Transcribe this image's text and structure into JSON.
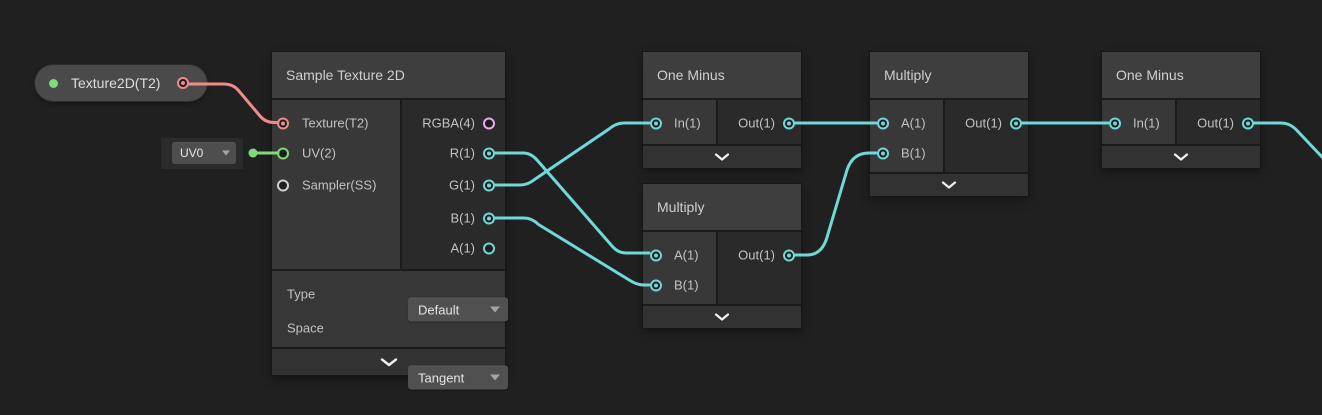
{
  "colors": {
    "canvas": "#202020",
    "cyan": "#6fd9da",
    "green": "#7fdb77",
    "red": "#f18a8a",
    "pink": "#eeaaea",
    "gray_port": "#d0d0d0"
  },
  "property_node": {
    "label": "Texture2D(T2)",
    "exposed_dot_icon": "exposed-property-dot",
    "port_type": "Texture2D"
  },
  "uv_widget": {
    "value": "UV0",
    "arrow_icon": "dropdown-arrow"
  },
  "icons": {
    "collapse_chevron": "chevron-down",
    "dropdown_arrow": "triangle-down"
  },
  "nodes": [
    {
      "title": "Sample Texture 2D",
      "inputs": [
        {
          "label": "Texture(T2)",
          "type": "Texture2D",
          "connected": true
        },
        {
          "label": "UV(2)",
          "type": "Vector2",
          "connected": true
        },
        {
          "label": "Sampler(SS)",
          "type": "SamplerState",
          "connected": false
        }
      ],
      "outputs": [
        {
          "label": "RGBA(4)",
          "type": "Vector4",
          "connected": false
        },
        {
          "label": "R(1)",
          "type": "Vector1",
          "connected": true
        },
        {
          "label": "G(1)",
          "type": "Vector1",
          "connected": true
        },
        {
          "label": "B(1)",
          "type": "Vector1",
          "connected": true
        },
        {
          "label": "A(1)",
          "type": "Vector1",
          "connected": false
        }
      ],
      "controls": [
        {
          "label": "Type",
          "value": "Default"
        },
        {
          "label": "Space",
          "value": "Tangent"
        }
      ]
    },
    {
      "title": "One Minus",
      "inputs": [
        {
          "label": "In(1)",
          "connected": true
        }
      ],
      "outputs": [
        {
          "label": "Out(1)",
          "connected": true
        }
      ]
    },
    {
      "title": "Multiply",
      "inputs": [
        {
          "label": "A(1)",
          "connected": true
        },
        {
          "label": "B(1)",
          "connected": true
        }
      ],
      "outputs": [
        {
          "label": "Out(1)",
          "connected": true
        }
      ]
    },
    {
      "title": "Multiply",
      "inputs": [
        {
          "label": "A(1)",
          "connected": true
        },
        {
          "label": "B(1)",
          "connected": true
        }
      ],
      "outputs": [
        {
          "label": "Out(1)",
          "connected": true
        }
      ]
    },
    {
      "title": "One Minus",
      "inputs": [
        {
          "label": "In(1)",
          "connected": true
        }
      ],
      "outputs": [
        {
          "label": "Out(1)",
          "connected": true
        }
      ]
    }
  ],
  "edges": [
    {
      "from": "Texture2D(T2)",
      "to": "Sample Texture 2D.Texture(T2)",
      "color": "#f18a8a"
    },
    {
      "from": "UV0",
      "to": "Sample Texture 2D.UV(2)",
      "color": "#7fdb77"
    },
    {
      "from": "Sample Texture 2D.R(1)",
      "to": "Multiply(lower).A(1)",
      "color": "#6fd9da"
    },
    {
      "from": "Sample Texture 2D.G(1)",
      "to": "One Minus(left).In(1)",
      "color": "#6fd9da"
    },
    {
      "from": "Sample Texture 2D.B(1)",
      "to": "Multiply(lower).B(1)",
      "color": "#6fd9da"
    },
    {
      "from": "One Minus(left).Out(1)",
      "to": "Multiply(upper).A(1)",
      "color": "#6fd9da"
    },
    {
      "from": "Multiply(lower).Out(1)",
      "to": "Multiply(upper).B(1)",
      "color": "#6fd9da"
    },
    {
      "from": "Multiply(upper).Out(1)",
      "to": "One Minus(right).In(1)",
      "color": "#6fd9da"
    },
    {
      "from": "One Minus(right).Out(1)",
      "to": "offscreen-right",
      "color": "#6fd9da"
    }
  ]
}
